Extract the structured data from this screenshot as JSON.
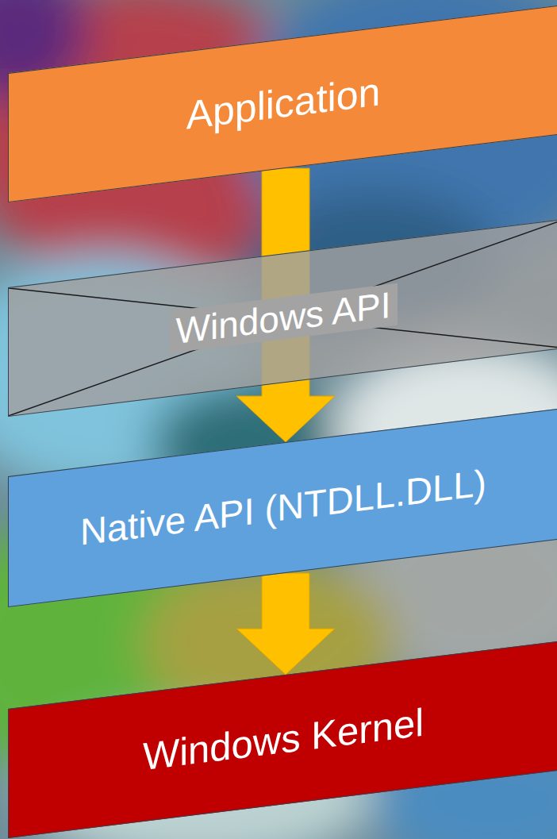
{
  "diagram": {
    "nodes": [
      {
        "text": [
          "Application"
        ]
      },
      {
        "text": [
          "Windows API"
        ]
      },
      {
        "text": [
          "Native API (NTDLL.DLL)"
        ]
      },
      {
        "text": [
          "Windows Kernel"
        ]
      }
    ],
    "edges": [
      {
        "from": 0,
        "to": 2,
        "arrow": "to"
      },
      {
        "from": 2,
        "to": 3,
        "arrow": "to"
      }
    ]
  }
}
